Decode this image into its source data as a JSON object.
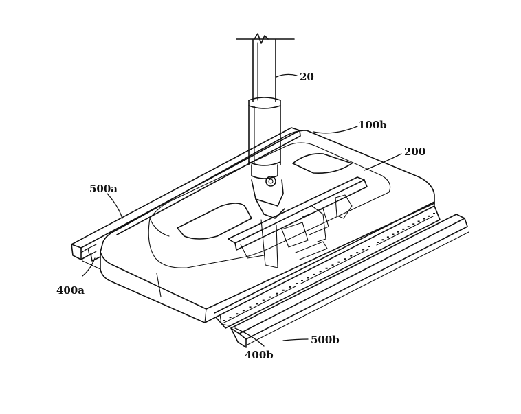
{
  "labels": {
    "pole": "20",
    "body": "100b",
    "joint": "200",
    "rail_left": "500a",
    "cover_left": "400a",
    "cover_right": "400b",
    "rail_right": "500b"
  }
}
